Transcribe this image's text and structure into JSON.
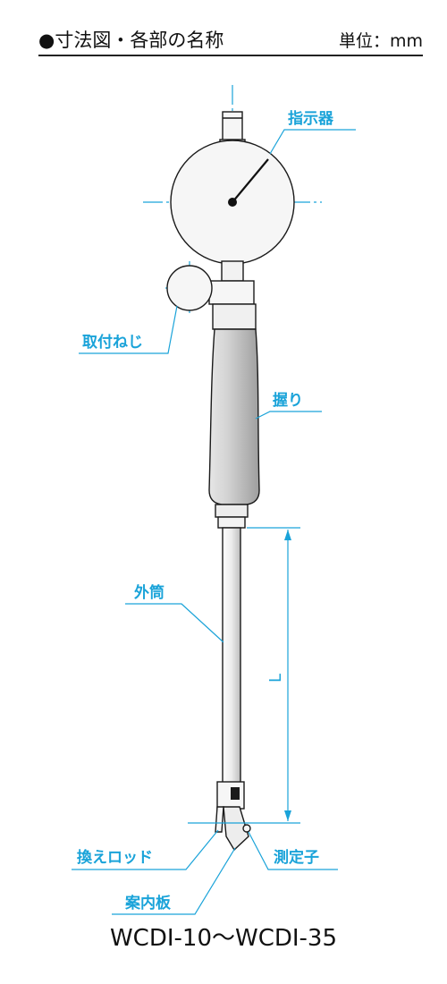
{
  "header": {
    "title": "●寸法図・各部の名称",
    "unit": "単位：mm"
  },
  "labels": {
    "indicator": "指示器",
    "mount_screw": "取付ねじ",
    "grip": "握り",
    "outer_tube": "外筒",
    "dimension_L": "L",
    "replacement_rod": "換えロッド",
    "measuring_contact": "測定子",
    "guide_plate": "案内板"
  },
  "footer": {
    "model": "WCDI-10〜WCDI-35"
  },
  "colors": {
    "accent": "#1aa3d9",
    "part_fill": "#f6f6f6",
    "grip_fill": "#cfcfcf",
    "outline": "#1a1a1a"
  }
}
